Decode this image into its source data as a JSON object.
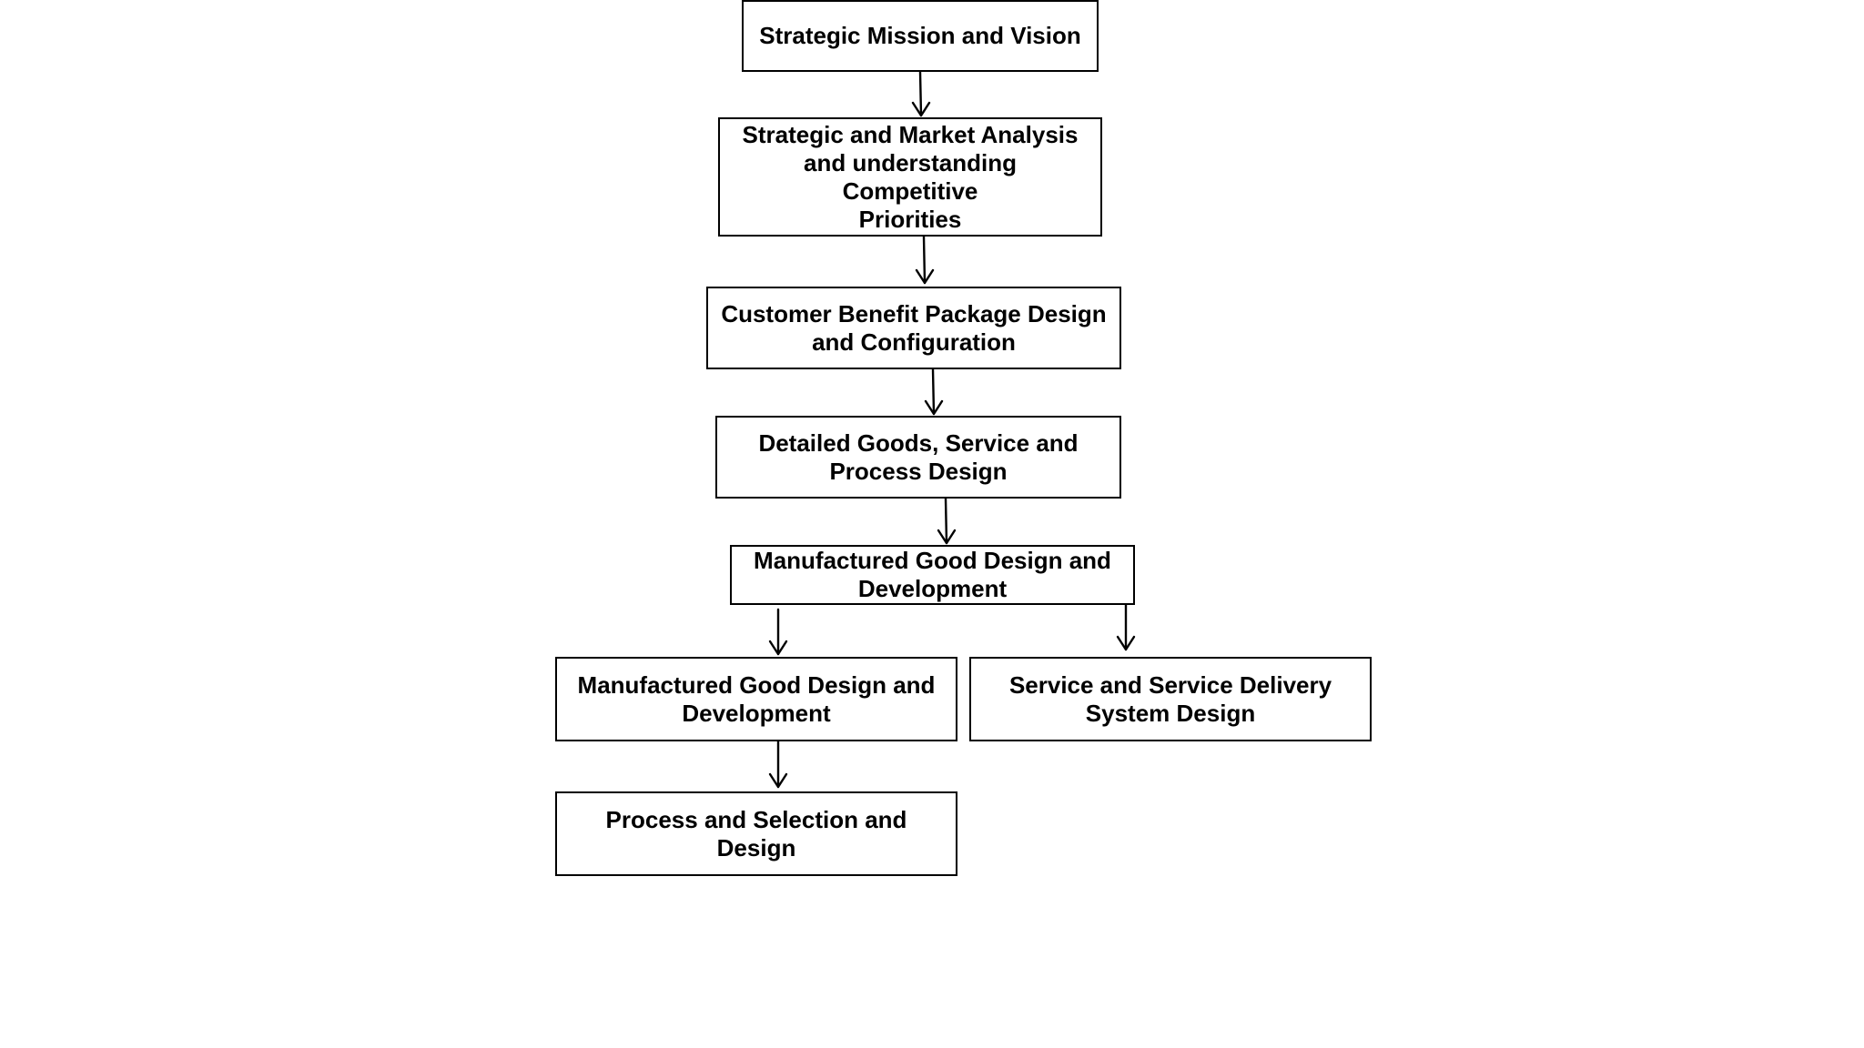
{
  "diagram": {
    "nodes": [
      {
        "id": "b1",
        "label": "Strategic Mission and Vision"
      },
      {
        "id": "b2",
        "label": "Strategic and Market Analysis\nand understanding Competitive\nPriorities"
      },
      {
        "id": "b3",
        "label": "Customer Benefit Package Design\nand Configuration"
      },
      {
        "id": "b4",
        "label": "Detailed Goods, Service and\nProcess Design"
      },
      {
        "id": "b5",
        "label": "Manufactured Good Design  and\nDevelopment"
      },
      {
        "id": "b6",
        "label": "Manufactured Good Design  and\nDevelopment"
      },
      {
        "id": "b7",
        "label": "Service and Service Delivery\nSystem Design"
      },
      {
        "id": "b8",
        "label": "Process and Selection and Design"
      }
    ],
    "edges": [
      {
        "from": "b1",
        "to": "b2"
      },
      {
        "from": "b2",
        "to": "b3"
      },
      {
        "from": "b3",
        "to": "b4"
      },
      {
        "from": "b4",
        "to": "b5"
      },
      {
        "from": "b5",
        "to": "b6"
      },
      {
        "from": "b5",
        "to": "b7"
      },
      {
        "from": "b6",
        "to": "b8"
      }
    ]
  }
}
